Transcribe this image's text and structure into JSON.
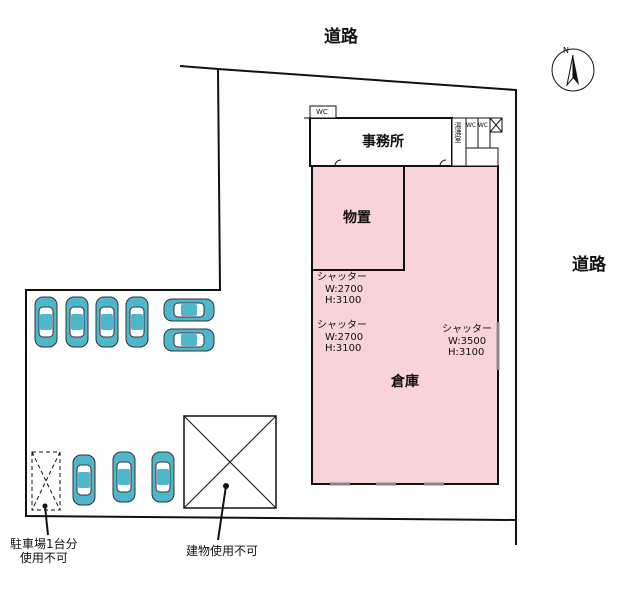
{
  "roads": {
    "north": "道路",
    "east": "道路"
  },
  "compass": {
    "letter": "N"
  },
  "rooms": {
    "office": "事務所",
    "storage": "物置",
    "warehouse": "倉庫",
    "wc_top": "WC",
    "wc_right_a": "WC",
    "wc_right_b": "WC",
    "kitchen": "湯沸室"
  },
  "shutters": [
    {
      "label": "シャッター",
      "width": "W:2700",
      "height": "H:3100"
    },
    {
      "label": "シャッター",
      "width": "W:2700",
      "height": "H:3100"
    },
    {
      "label": "シャッター",
      "width": "W:3500",
      "height": "H:3100"
    }
  ],
  "notes": {
    "parking_unusable_1": "駐車場1台分",
    "parking_unusable_2": "使用不可",
    "building_unusable": "建物使用不可"
  },
  "colors": {
    "warehouse_fill": "#f8d3d8",
    "car_fill": "#4fb7cc",
    "line": "#111111"
  }
}
